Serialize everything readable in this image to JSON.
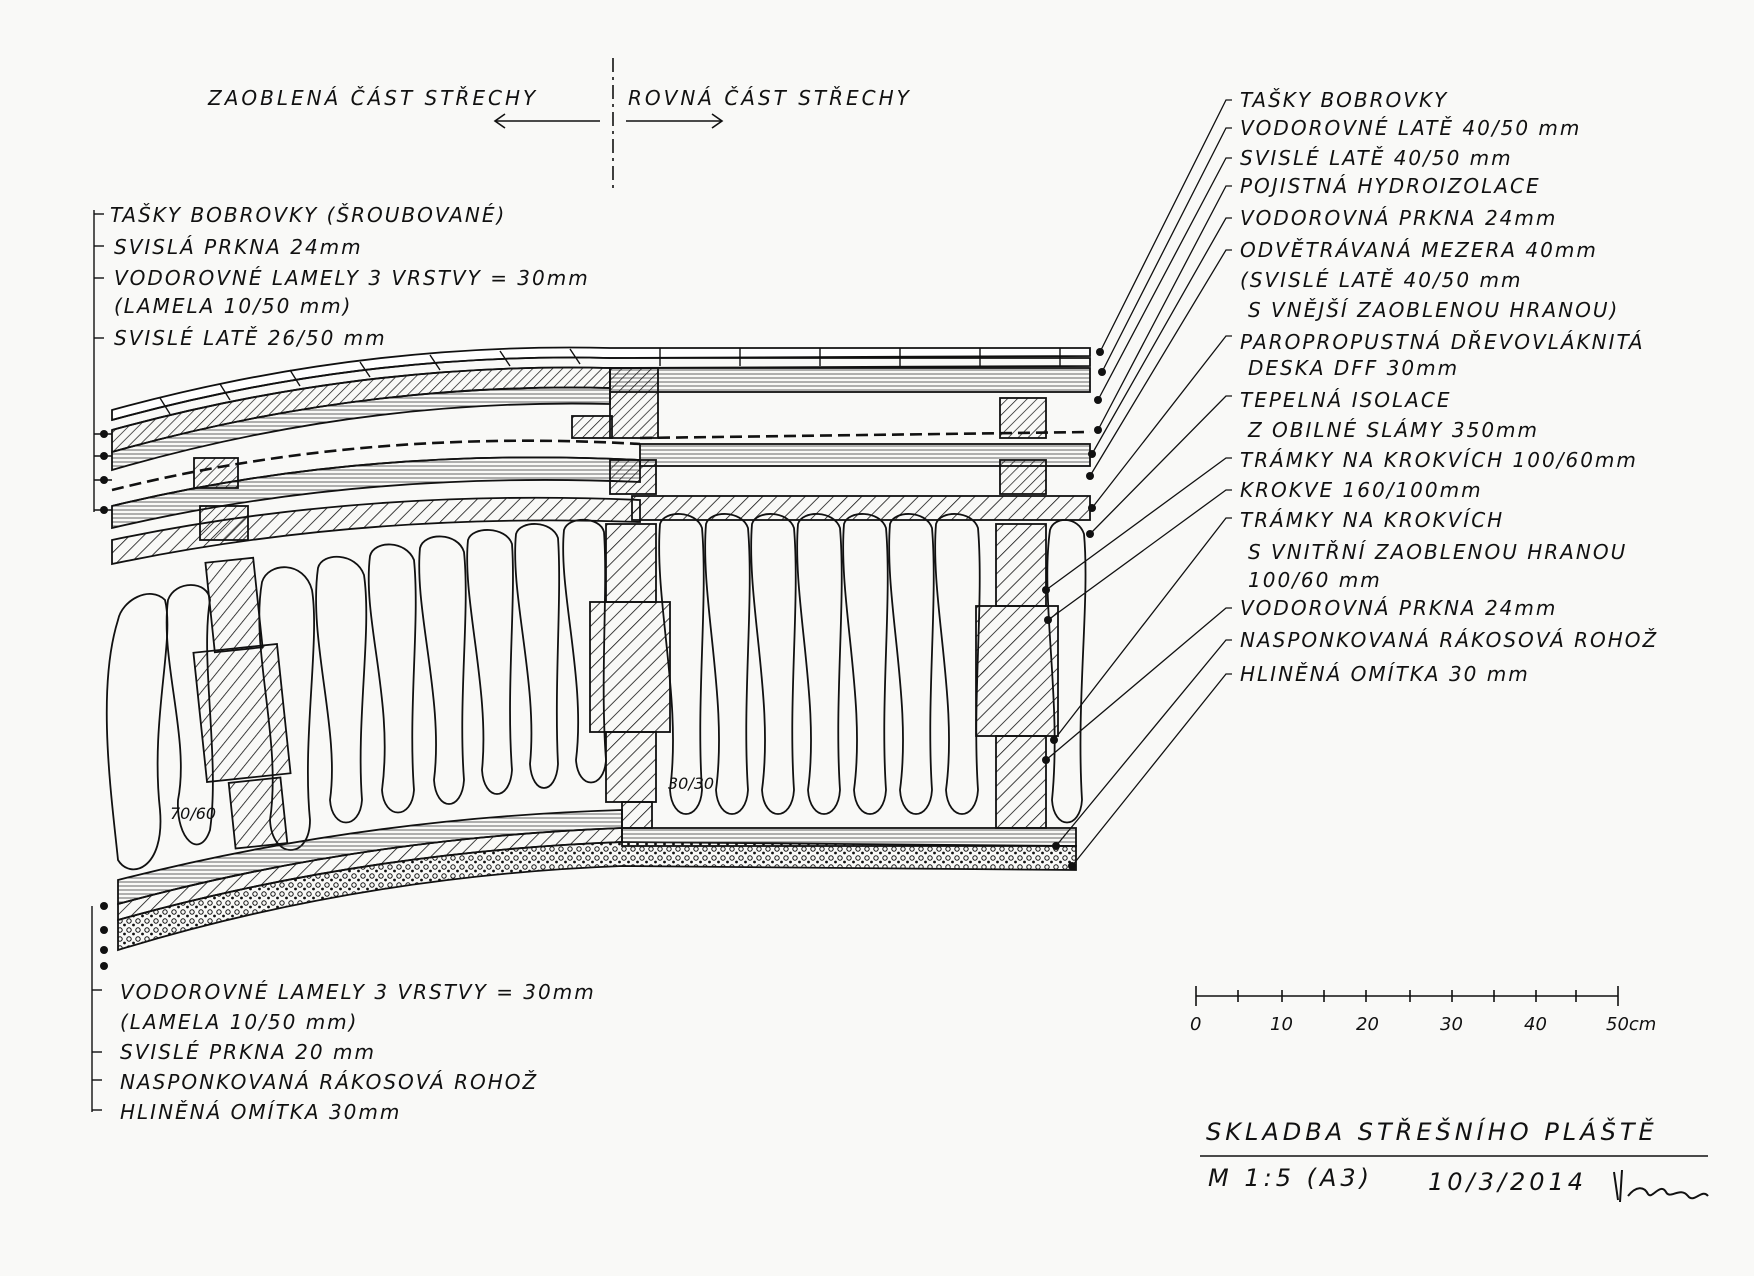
{
  "headers": {
    "left": "ZAOBLENÁ ČÁST STŘECHY",
    "right": "ROVNÁ ČÁST STŘECHY"
  },
  "left_top_labels": [
    "TAŠKY BOBROVKY (ŠROUBOVANÉ)",
    "SVISLÁ PRKNA 24mm",
    "VODOROVNÉ LAMELY 3 VRSTVY = 30mm",
    "(LAMELA 10/50 mm)",
    "SVISLÉ LATĚ 26/50 mm"
  ],
  "left_bottom_labels": [
    "VODOROVNÉ LAMELY 3 VRSTVY = 30mm",
    "(LAMELA 10/50 mm)",
    "SVISLÉ PRKNA 20 mm",
    "NASPONKOVANÁ RÁKOSOVÁ ROHOŽ",
    "HLINĚNÁ OMÍTKA 30mm"
  ],
  "right_labels": [
    "TAŠKY BOBROVKY",
    "VODOROVNÉ LATĚ 40/50 mm",
    "SVISLÉ LATĚ 40/50 mm",
    "POJISTNÁ HYDROIZOLACE",
    "VODOROVNÁ PRKNA 24mm",
    "ODVĚTRÁVANÁ MEZERA 40mm",
    "(SVISLÉ LATĚ 40/50 mm",
    "S VNĚJŠÍ ZAOBLENOU HRANOU)",
    "PAROPROPUSTNÁ DŘEVOVLÁKNITÁ",
    "DESKA DFF 30mm",
    "TEPELNÁ ISOLACE",
    "Z OBILNÉ SLÁMY 350mm",
    "TRÁMKY NA KROKVÍCH 100/60mm",
    "KROKVE 160/100mm",
    "TRÁMKY NA KROKVÍCH",
    "S VNITŘNÍ ZAOBLENOU HRANOU",
    "100/60 mm",
    "VODOROVNÁ PRKNA 24mm",
    "NASPONKOVANÁ RÁKOSOVÁ ROHOŽ",
    "HLINĚNÁ OMÍTKA 30 mm"
  ],
  "dimensions": {
    "left": "70/60",
    "right": "30/30"
  },
  "scale_bar": {
    "ticks": [
      "0",
      "10",
      "20",
      "30",
      "40",
      "50cm"
    ]
  },
  "title_block": {
    "title": "SKLADBA STŘEŠNÍHO PLÁŠTĚ",
    "scale": "M 1:5 (A3)",
    "date": "10/3/2014",
    "signature": "Hyman"
  },
  "colors": {
    "ink": "#111111",
    "paper": "#f9f9f7"
  }
}
